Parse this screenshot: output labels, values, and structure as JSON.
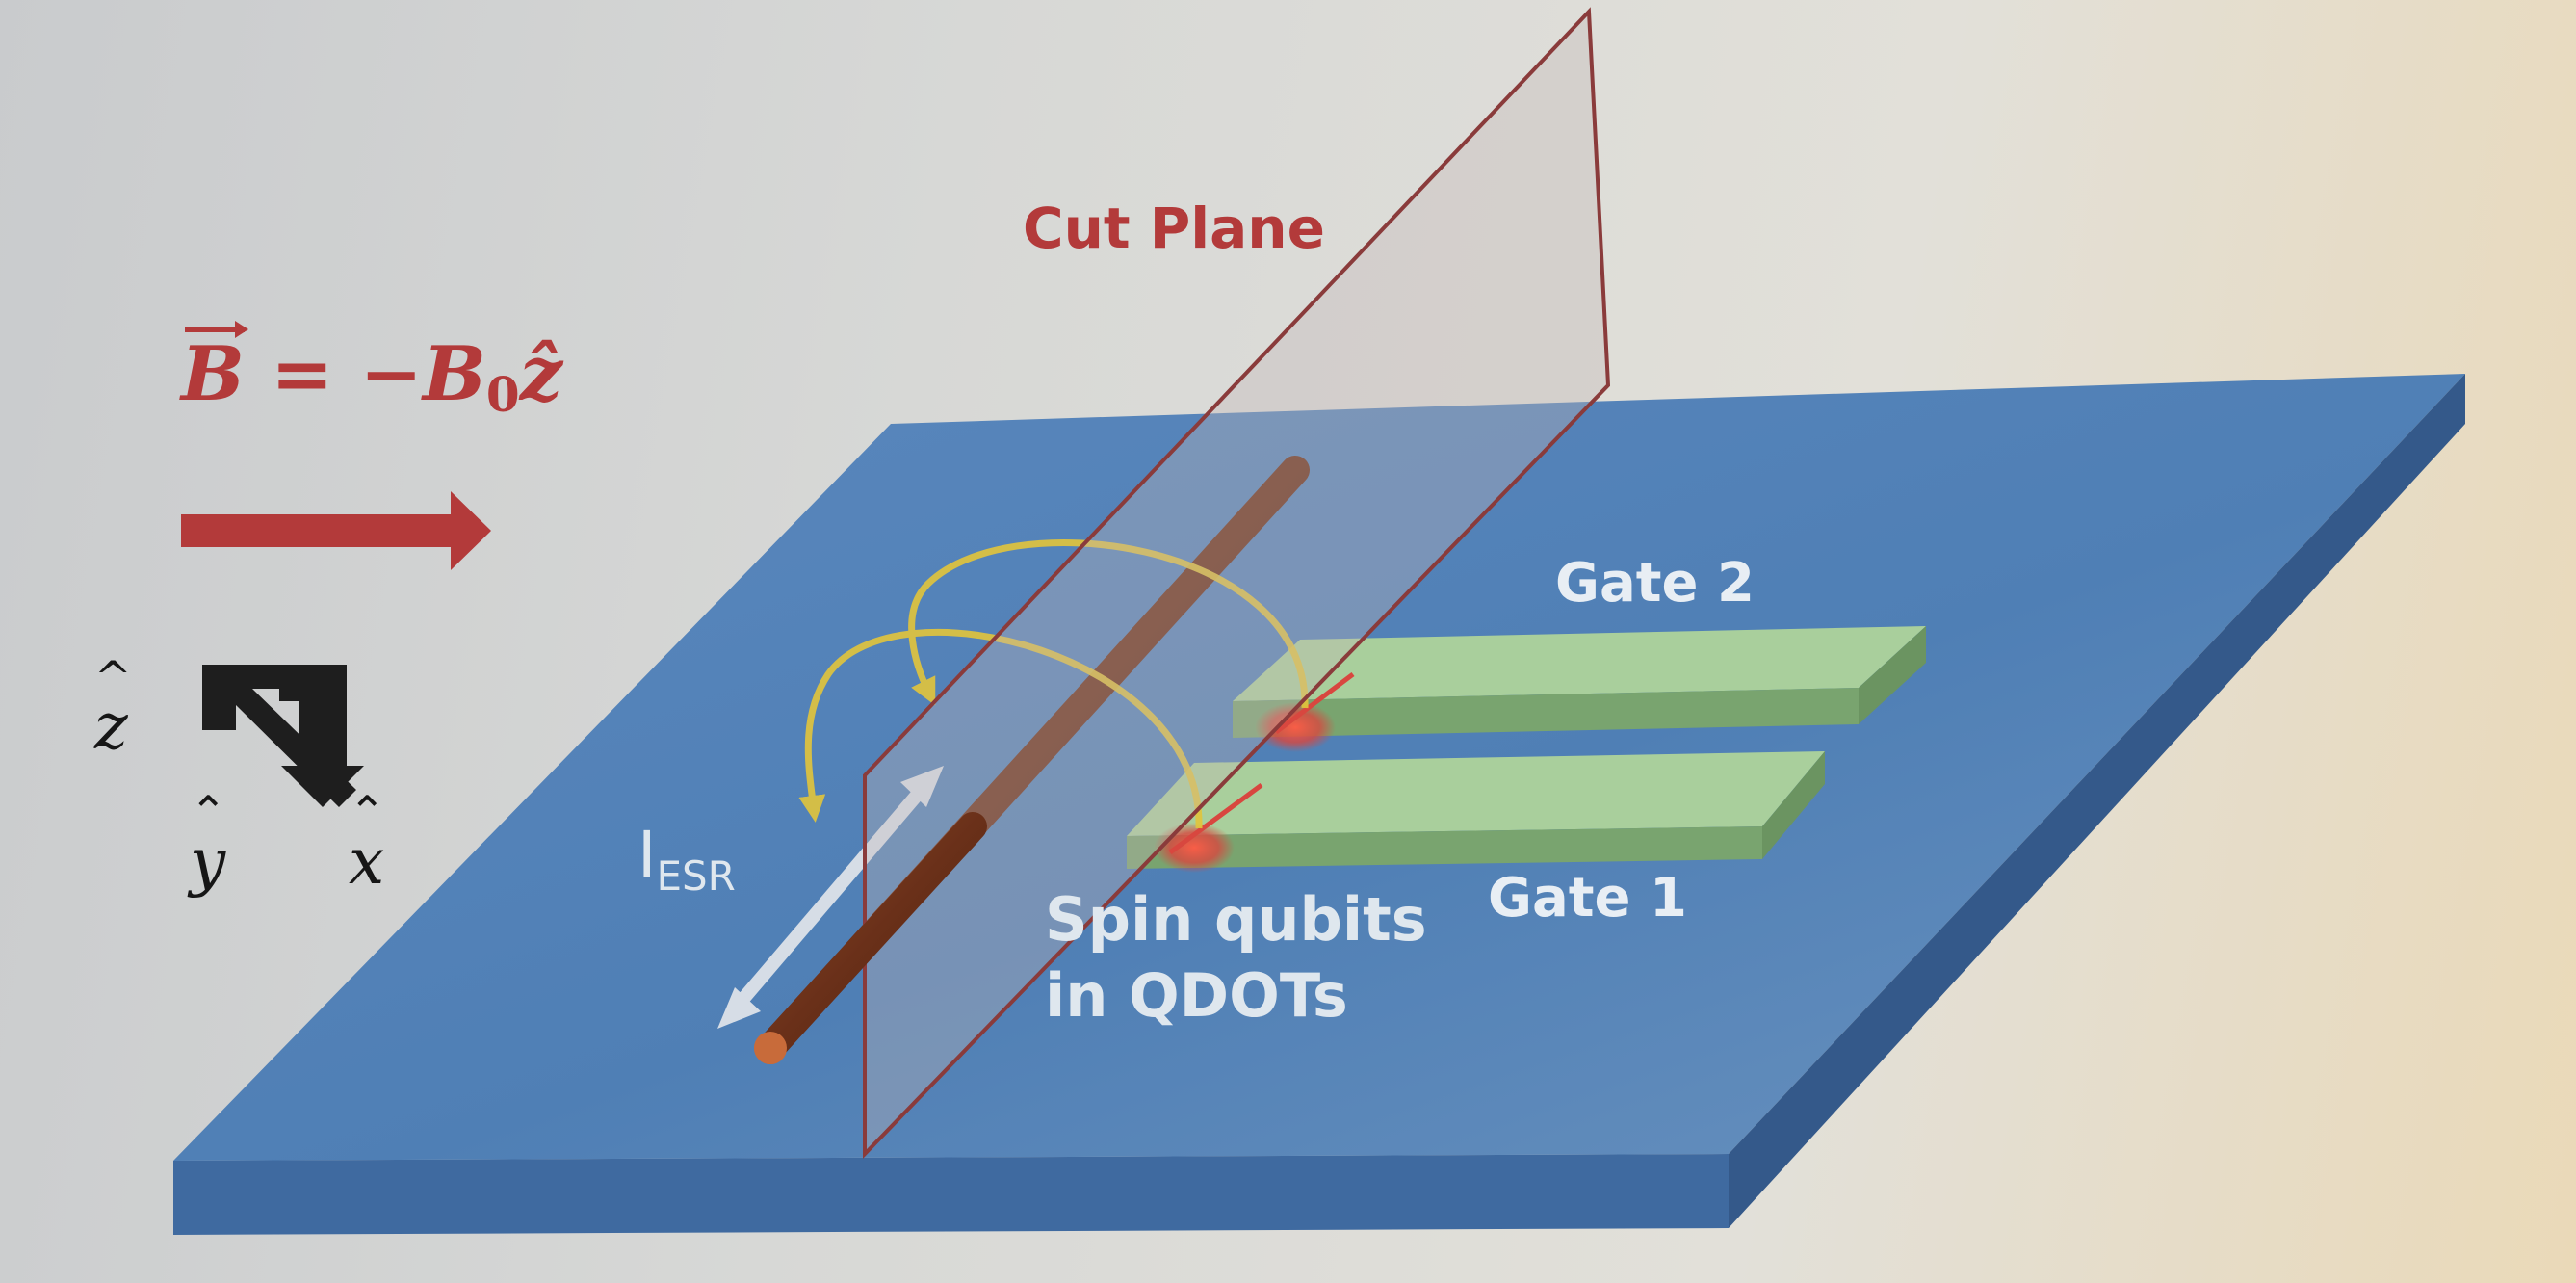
{
  "labels": {
    "cut_plane": "Cut Plane",
    "b_field": {
      "vector": "B",
      "rhs": " = −B",
      "subscript": "0",
      "unit": "ẑ"
    },
    "gate_2": "Gate 2",
    "gate_1": "Gate 1",
    "current": {
      "main": "I",
      "sub": "ESR"
    },
    "qubits_line1": "Spin qubits",
    "qubits_line2": "in QDOTs",
    "axes": {
      "z": "z",
      "y": "y",
      "x": "x",
      "hat": "^",
      "wide_hat": "⌃"
    }
  },
  "colors": {
    "substrate_top": "#4f7fb5",
    "substrate_side": "#3f6aa0",
    "gates": "#8fbd86",
    "cut_plane_edge": "#8a3b3b",
    "esr_wire": "#7a3b22",
    "field_lines": "#e2c53b",
    "b_field_arrow": "#b33a3a",
    "qubit_dots": "#d8473f",
    "text_red": "#b33a3a",
    "text_light": "#e8eef4"
  }
}
